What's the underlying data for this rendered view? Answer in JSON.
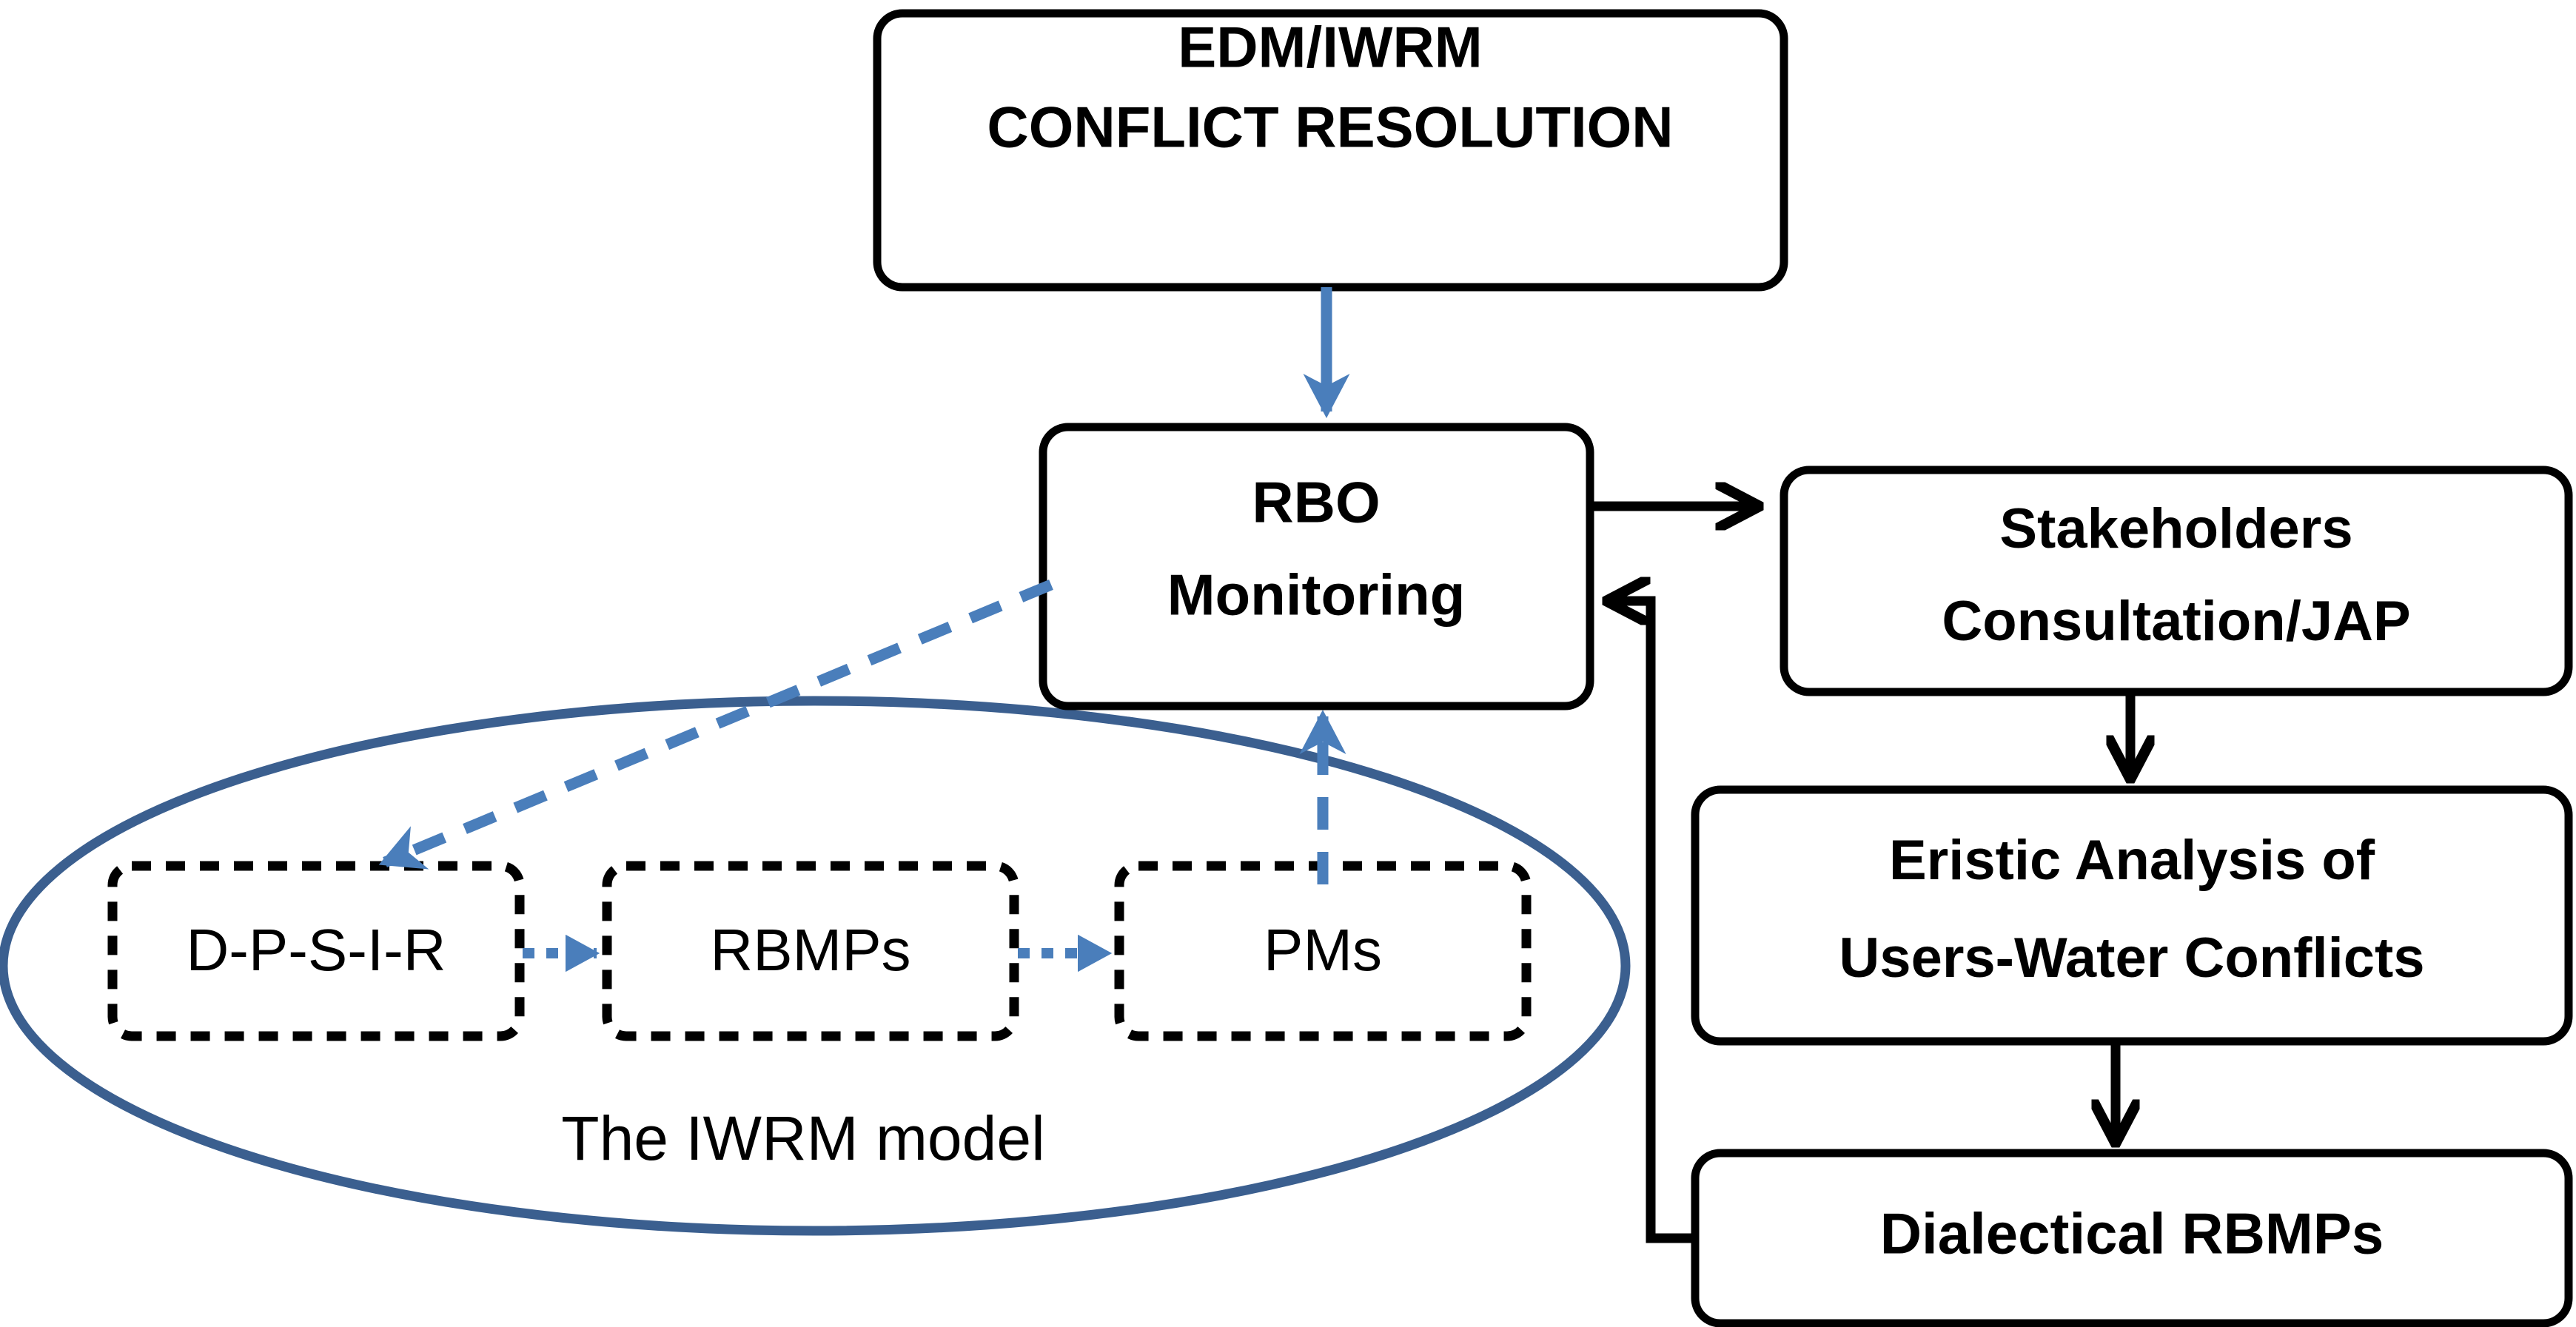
{
  "diagram": {
    "title": "EDM/IWRM conflict resolution and IWRM model flowchart",
    "colors": {
      "blue_arrow": "#4a7ebb",
      "ellipse_stroke": "#3b5f8f",
      "box_stroke": "#000000",
      "background": "#ffffff"
    },
    "nodes": {
      "edm_iwrm": {
        "line1": "EDM/IWRM",
        "line2": "CONFLICT RESOLUTION"
      },
      "rbo_monitoring": {
        "line1": "RBO",
        "line2": "Monitoring"
      },
      "stakeholders": {
        "line1": "Stakeholders",
        "line2": "Consultation/JAP"
      },
      "eristic": {
        "line1": "Eristic  Analysis of",
        "line2": "Users-Water Conflicts"
      },
      "dialectical": {
        "line1": "Dialectical RBMPs"
      },
      "dpsir": {
        "label": "D-P-S-I-R"
      },
      "rbmps": {
        "label": "RBMPs"
      },
      "pms": {
        "label": "PMs"
      },
      "iwrm_group": {
        "label": "The IWRM model"
      }
    },
    "edges": [
      {
        "name": "edm-to-rbo",
        "from": "EDM/IWRM CONFLICT RESOLUTION",
        "to": "RBO Monitoring",
        "style": "solid",
        "color": "#4a7ebb"
      },
      {
        "name": "rbo-to-stakeholders",
        "from": "RBO Monitoring",
        "to": "Stakeholders Consultation/JAP",
        "style": "solid",
        "color": "#000000"
      },
      {
        "name": "stakeholders-to-eristic",
        "from": "Stakeholders Consultation/JAP",
        "to": "Eristic  Analysis of Users-Water Conflicts",
        "style": "solid",
        "color": "#000000"
      },
      {
        "name": "eristic-to-dialectical",
        "from": "Eristic  Analysis of Users-Water Conflicts",
        "to": "Dialectical RBMPs",
        "style": "solid",
        "color": "#000000"
      },
      {
        "name": "dialectical-to-rbo",
        "from": "Dialectical RBMPs",
        "to": "RBO Monitoring",
        "style": "solid",
        "color": "#000000"
      },
      {
        "name": "rbo-to-dpsir",
        "from": "RBO Monitoring",
        "to": "D-P-S-I-R",
        "style": "dashed",
        "color": "#4a7ebb"
      },
      {
        "name": "dpsir-to-rbmps",
        "from": "D-P-S-I-R",
        "to": "RBMPs",
        "style": "dashed",
        "color": "#4a7ebb"
      },
      {
        "name": "rbmps-to-pms",
        "from": "RBMPs",
        "to": "PMs",
        "style": "dashed",
        "color": "#4a7ebb"
      },
      {
        "name": "pms-to-rbo",
        "from": "PMs",
        "to": "RBO Monitoring",
        "style": "dashed",
        "color": "#4a7ebb"
      }
    ]
  }
}
